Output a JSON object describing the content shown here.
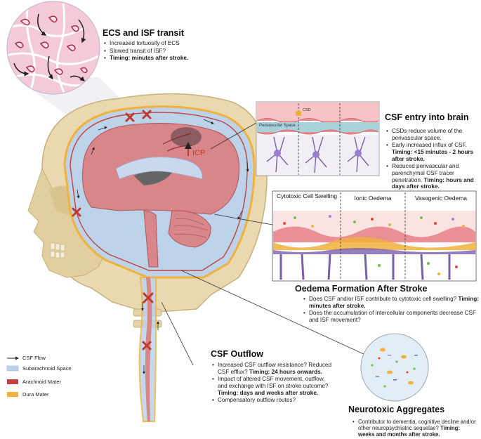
{
  "colors": {
    "csf_flow": "#222222",
    "subarachnoid": "#bcd3ea",
    "arachnoid": "#c2433f",
    "dura": "#f0b23c",
    "brain": "#d9868b",
    "skull": "#ead9b0"
  },
  "ecs": {
    "title": "ECS and ISF transit",
    "bullets": [
      {
        "text": "Increased tortuosity of ECS",
        "bold": ""
      },
      {
        "text": "Slowed transit of ISF?",
        "bold": ""
      },
      {
        "text": "",
        "bold": "Timing: minutes after stroke."
      }
    ]
  },
  "csf_entry": {
    "title": "CSF entry into brain",
    "inset_csd": "CSD",
    "inset_label": "Perivascular Space",
    "bullets": [
      {
        "text": "CSDs reduce volume of the perivascular space.",
        "bold": ""
      },
      {
        "text": "Early increased influx of CSF. ",
        "bold": "Timing: <15 minutes - 2 hours after stroke."
      },
      {
        "text": "Reduced perivascular and parenchymal CSF tracer penetration. ",
        "bold": "Timing: hours and days after stroke."
      }
    ]
  },
  "oedema": {
    "panel_labels": [
      "Cytotoxic Cell Swelling",
      "Ionic Oedema",
      "Vasogenic Oedema"
    ],
    "title": "Oedema Formation After Stroke",
    "bullets": [
      {
        "text": "Does CSF and/or ISF contribute to cytotoxic cell swelling? ",
        "bold": "Timing: minutes after stroke."
      },
      {
        "text": "Does the accumulation of intercellular components decrease CSF and ISF movement?",
        "bold": ""
      }
    ]
  },
  "outflow": {
    "title": "CSF Outflow",
    "bullets": [
      {
        "text": "Increased CSF outflow resistance? Reduced CSF efflux? ",
        "bold": "Timing: 24 hours onwards."
      },
      {
        "text": "Impact of altered CSF movement, outflow, and exchange with ISF on stroke outcome?",
        "bold": "Timing: days and weeks after stroke."
      },
      {
        "text": "Compensatory outflow routes?",
        "bold": ""
      }
    ]
  },
  "neuro": {
    "title": "Neurotoxic Aggregates",
    "bullets": [
      {
        "text": "Contributor to dementia, cognitive decline and/or other neuropsychiatric sequelae? ",
        "bold": "Timing: weeks and months after stroke."
      }
    ]
  },
  "icp_label": "ICP",
  "legend": [
    {
      "label": "CSF Flow",
      "icon": "arrow-icon"
    },
    {
      "label": "Subarachnoid Space",
      "icon": "subarachnoid-swatch"
    },
    {
      "label": "Arachnoid Mater",
      "icon": "arachnoid-swatch"
    },
    {
      "label": "Dura Mater",
      "icon": "dura-swatch"
    }
  ]
}
